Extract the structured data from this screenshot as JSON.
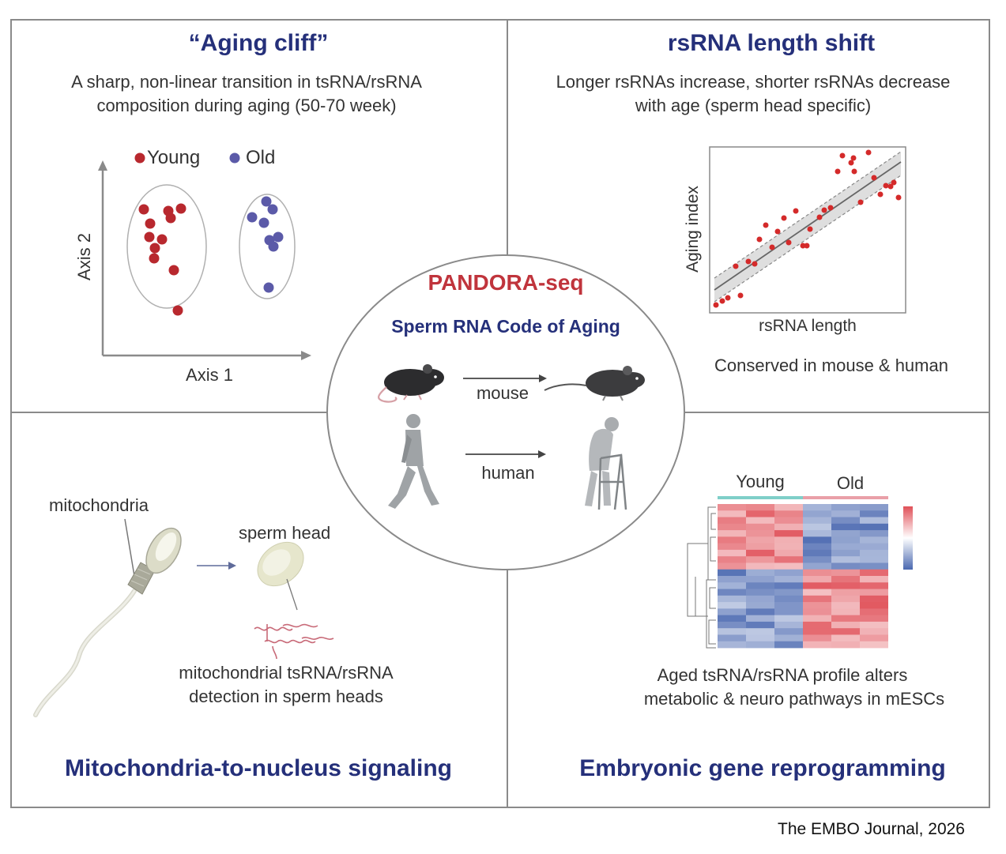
{
  "panels": {
    "top_left": {
      "title": "“Aging cliff”",
      "desc_line1": "A sharp, non-linear transition in tsRNA/rsRNA",
      "desc_line2": "composition during aging (50-70 week)",
      "legend_young": "Young",
      "legend_old": "Old",
      "axis_x": "Axis 1",
      "axis_y": "Axis 2"
    },
    "top_right": {
      "title": "rsRNA length shift",
      "desc_line1": "Longer rsRNAs increase, shorter rsRNAs decrease",
      "desc_line2": "with age (sperm head specific)",
      "axis_x": "rsRNA length",
      "axis_y": "Aging index",
      "note": "Conserved in mouse & human"
    },
    "bottom_left": {
      "label_mito": "mitochondria",
      "label_head": "sperm head",
      "desc_line1": "mitochondrial tsRNA/rsRNA",
      "desc_line2": "detection in sperm heads",
      "title": "Mitochondria-to-nucleus signaling"
    },
    "bottom_right": {
      "label_young": "Young",
      "label_old": "Old",
      "desc_line1": "Aged tsRNA/rsRNA profile alters",
      "desc_line2": "metabolic & neuro pathways in mESCs",
      "title": "Embryonic gene reprogramming"
    }
  },
  "center": {
    "title": "PANDORA-seq",
    "subtitle": "Sperm RNA Code of Aging",
    "mouse_label": "mouse",
    "human_label": "human"
  },
  "credit": "The EMBO Journal, 2026",
  "colors": {
    "title_navy": "#25307a",
    "accent_red": "#c0343c",
    "young_red": "#b8282e",
    "old_blue": "#5b5aa8",
    "heat_red": "#e05058",
    "heat_blue": "#4a68b0"
  },
  "icons": {
    "young_mouse": "mouse-icon",
    "old_mouse": "old-mouse-icon",
    "young_human": "walking-person-icon",
    "old_human": "elderly-walker-icon",
    "sperm": "sperm-cell-icon",
    "sperm_head": "sperm-head-icon",
    "rna": "rna-strands-icon"
  }
}
